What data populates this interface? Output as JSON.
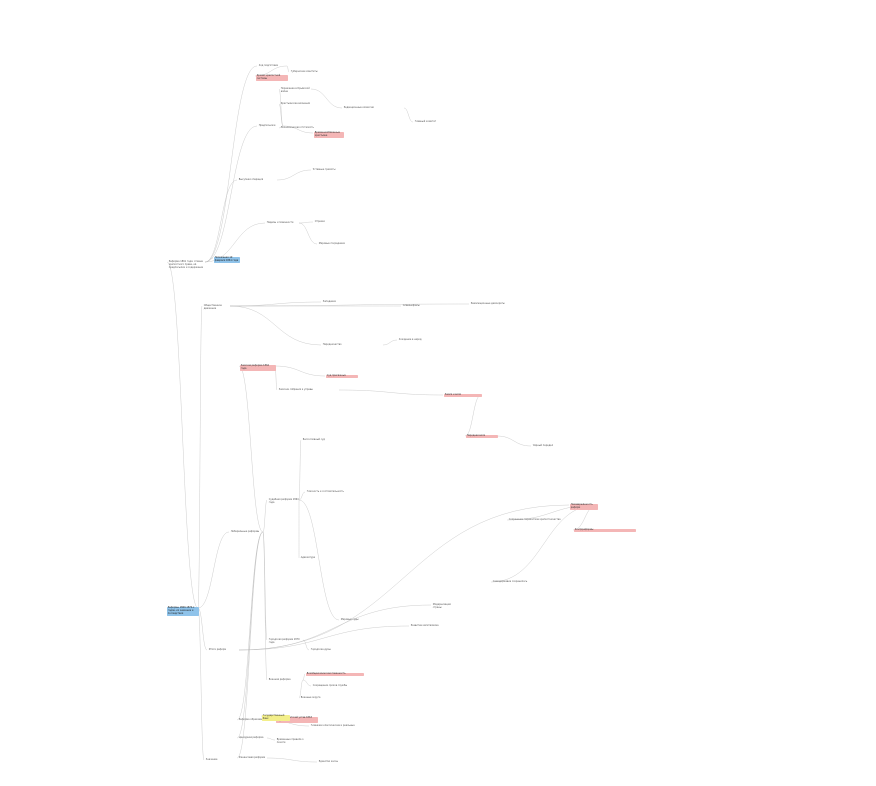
{
  "palette": {
    "pink": "#f4b6b6",
    "blue": "#8fc3ea",
    "yellow": "#f3ef8a",
    "edge": "#b7b7b7"
  },
  "nodes": [
    {
      "id": "root",
      "text": "Реформы 1860-1870-х годов, их значение и последствия",
      "hl": "blue"
    },
    {
      "id": "a1",
      "text": "Реформа 1861 года: отмена крепостного права, её предпосылки и содержание",
      "hl": ""
    },
    {
      "id": "a2",
      "text": "Общественное движение",
      "hl": ""
    },
    {
      "id": "a3",
      "text": "Либеральные реформы",
      "hl": ""
    },
    {
      "id": "a4",
      "text": "Итоги реформ",
      "hl": ""
    },
    {
      "id": "a5",
      "text": "Значение",
      "hl": ""
    },
    {
      "id": "b1",
      "text": "Предпосылки",
      "hl": ""
    },
    {
      "id": "b2",
      "text": "Положения 19 февраля 1861 года",
      "hl": "blue"
    },
    {
      "id": "b3",
      "text": "Наделы и повинности",
      "hl": ""
    },
    {
      "id": "b4",
      "text": "Выкупная операция",
      "hl": ""
    },
    {
      "id": "b5",
      "text": "Ход подготовки",
      "hl": ""
    },
    {
      "id": "c1",
      "text": "Кризис крепостной системы",
      "hl": "pink"
    },
    {
      "id": "c2",
      "text": "Поражение в Крымской войне",
      "hl": ""
    },
    {
      "id": "c3",
      "text": "Крестьянские волнения",
      "hl": ""
    },
    {
      "id": "c4",
      "text": "Экономическая отсталость",
      "hl": ""
    },
    {
      "id": "c5",
      "text": "Временнообязанные крестьяне",
      "hl": "pink"
    },
    {
      "id": "c6",
      "text": "Уставные грамоты",
      "hl": ""
    },
    {
      "id": "c7",
      "text": "Отрезки",
      "hl": ""
    },
    {
      "id": "c8",
      "text": "Мировые посредники",
      "hl": ""
    },
    {
      "id": "c9",
      "text": "Губернские комитеты",
      "hl": ""
    },
    {
      "id": "c10",
      "text": "Редакционные комиссии",
      "hl": ""
    },
    {
      "id": "c11",
      "text": "Главный комитет",
      "hl": ""
    },
    {
      "id": "d1",
      "text": "Земская реформа 1864 года",
      "hl": "pink"
    },
    {
      "id": "d2",
      "text": "Судебная реформа 1864 года",
      "hl": ""
    },
    {
      "id": "d3",
      "text": "Городская реформа 1870 года",
      "hl": ""
    },
    {
      "id": "d4",
      "text": "Военная реформа",
      "hl": ""
    },
    {
      "id": "d5",
      "text": "Реформа образования",
      "hl": ""
    },
    {
      "id": "d6",
      "text": "Цензурная реформа",
      "hl": ""
    },
    {
      "id": "d7",
      "text": "Финансовая реформа",
      "hl": ""
    },
    {
      "id": "e1",
      "text": "Бессословный суд",
      "hl": ""
    },
    {
      "id": "e2",
      "text": "Гласность и состязательность",
      "hl": ""
    },
    {
      "id": "e3",
      "text": "Суд присяжных",
      "hl": "pink"
    },
    {
      "id": "e4",
      "text": "Адвокатура",
      "hl": ""
    },
    {
      "id": "e5",
      "text": "Мировые суды",
      "hl": ""
    },
    {
      "id": "e6",
      "text": "Всеобщая воинская повинность",
      "hl": "pink"
    },
    {
      "id": "e7",
      "text": "Сокращение сроков службы",
      "hl": ""
    },
    {
      "id": "e8",
      "text": "Военные округа",
      "hl": ""
    },
    {
      "id": "e9",
      "text": "Земские собрания и управы",
      "hl": ""
    },
    {
      "id": "e10",
      "text": "Городские думы",
      "hl": ""
    },
    {
      "id": "e11",
      "text": "Университетский устав 1863 года",
      "hl": "pink"
    },
    {
      "id": "e12",
      "text": "Гимназии классические и реальные",
      "hl": ""
    },
    {
      "id": "e13",
      "text": "Временные правила о печати",
      "hl": ""
    },
    {
      "id": "e14",
      "text": "Государственный банк",
      "hl": "yellow"
    },
    {
      "id": "e15",
      "text": "Единство кассы",
      "hl": ""
    },
    {
      "id": "f1",
      "text": "Западники",
      "hl": ""
    },
    {
      "id": "f2",
      "text": "Славянофилы",
      "hl": ""
    },
    {
      "id": "f3",
      "text": "Революционные демократы",
      "hl": ""
    },
    {
      "id": "f4",
      "text": "Народничество",
      "hl": ""
    },
    {
      "id": "f5",
      "text": "Хождение в народ",
      "hl": ""
    },
    {
      "id": "f6",
      "text": "Земля и воля",
      "hl": "pink"
    },
    {
      "id": "f7",
      "text": "Народная воля",
      "hl": "pink"
    },
    {
      "id": "f8",
      "text": "Чёрный передел",
      "hl": ""
    },
    {
      "id": "g1",
      "text": "Развитие капитализма",
      "hl": ""
    },
    {
      "id": "g2",
      "text": "Модернизация страны",
      "hl": ""
    },
    {
      "id": "g3",
      "text": "Незавершённость реформ",
      "hl": "pink"
    },
    {
      "id": "g4",
      "text": "Сохранение пережитков крепостничества",
      "hl": ""
    },
    {
      "id": "g5",
      "text": "Контрреформы",
      "hl": "pink"
    },
    {
      "id": "g6",
      "text": "Самодержавие сохранилось",
      "hl": ""
    }
  ]
}
